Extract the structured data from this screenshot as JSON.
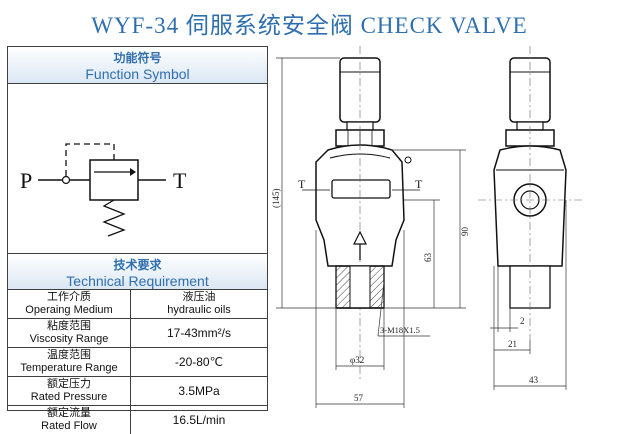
{
  "title": "WYF-34 伺服系统安全阀   CHECK VALVE",
  "function_symbol": {
    "heading_cn": "功能符号",
    "heading_en": "Function Symbol",
    "port_p": "P",
    "port_t": "T"
  },
  "technical_requirement": {
    "heading_cn": "技术要求",
    "heading_en": "Technical Requirement",
    "rows": [
      {
        "label_cn": "工作介质",
        "label_en": "Operaing Medium",
        "value": "液压油\nhydraulic oils"
      },
      {
        "label_cn": "粘度范围",
        "label_en": "Viscosity Range",
        "value": "17-43mm²/s"
      },
      {
        "label_cn": "温度范围",
        "label_en": "Temperature Range",
        "value": "-20-80℃"
      },
      {
        "label_cn": "额定压力",
        "label_en": "Rated Pressure",
        "value": "3.5MPa"
      },
      {
        "label_cn": "额定流量",
        "label_en": "Rated Flow",
        "value": "16.5L/min"
      }
    ]
  },
  "drawing": {
    "port_label_left": "T",
    "port_label_right": "T",
    "dim_145": "(145)",
    "dim_90": "90",
    "dim_63": "63",
    "thread": "3-M18X1.5",
    "dim_32": "φ32",
    "dim_57": "57",
    "dim_2": "2",
    "dim_21": "21",
    "dim_43": "43"
  }
}
